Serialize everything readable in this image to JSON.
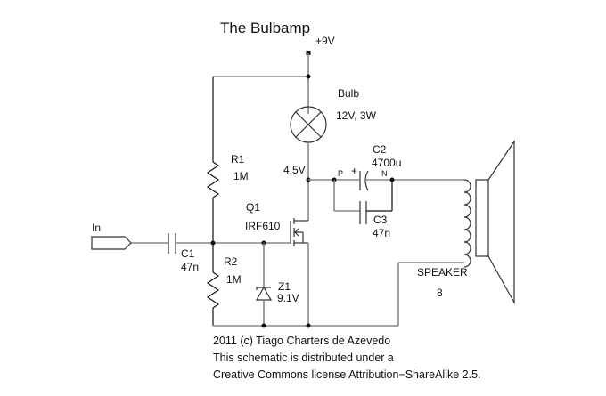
{
  "title": "The Bulbamp",
  "supply": {
    "label": "+9V"
  },
  "input": {
    "label": "In"
  },
  "components": {
    "bulb": {
      "name": "Bulb",
      "value": "12V, 3W"
    },
    "r1": {
      "name": "R1",
      "value": "1M"
    },
    "r2": {
      "name": "R2",
      "value": "1M"
    },
    "c1": {
      "name": "C1",
      "value": "47n"
    },
    "c2": {
      "name": "C2",
      "value": "4700u",
      "pin_p": "P",
      "pin_n": "N",
      "polarity": "+"
    },
    "c3": {
      "name": "C3",
      "value": "47n"
    },
    "q1": {
      "name": "Q1",
      "value": "IRF610"
    },
    "z1": {
      "name": "Z1",
      "value": "9.1V"
    },
    "speaker": {
      "name": "SPEAKER",
      "value": "8"
    }
  },
  "node_voltage": "4.5V",
  "footer": {
    "line1": "2011 (c) Tiago Charters de Azevedo",
    "line2": "This schematic is distributed under a",
    "line3": "Creative Commons license Attribution−ShareAlike 2.5."
  }
}
